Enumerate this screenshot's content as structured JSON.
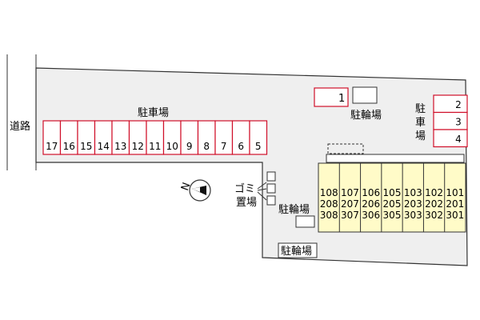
{
  "road_label": "道路",
  "parking_main": {
    "label": "駐車場",
    "spaces": [
      "17",
      "16",
      "15",
      "14",
      "13",
      "12",
      "11",
      "10",
      "9",
      "8",
      "7",
      "6",
      "5"
    ]
  },
  "parking_small": {
    "spaces": [
      "1"
    ]
  },
  "parking_right": {
    "label_chars": [
      "駐",
      "車",
      "場"
    ],
    "spaces": [
      "2",
      "3",
      "4"
    ]
  },
  "bicycle_parking_top": "駐輪場",
  "bicycle_parking_mid": "駐輪場",
  "bicycle_parking_bottom": "駐輪場",
  "garbage_label_line1": "ゴミ",
  "garbage_label_line2": "置場",
  "compass_label": "N",
  "building": {
    "units": [
      [
        "108",
        "208",
        "308"
      ],
      [
        "107",
        "207",
        "307"
      ],
      [
        "106",
        "206",
        "306"
      ],
      [
        "105",
        "205",
        "305"
      ],
      [
        "103",
        "203",
        "303"
      ],
      [
        "102",
        "202",
        "302"
      ],
      [
        "101",
        "201",
        "301"
      ]
    ]
  },
  "colors": {
    "site_fill": "#efefef",
    "site_stroke": "#333333",
    "parking_stroke": "#d0102a",
    "parking_fill": "#ffeef2",
    "building_fill": "#fffbc8"
  }
}
